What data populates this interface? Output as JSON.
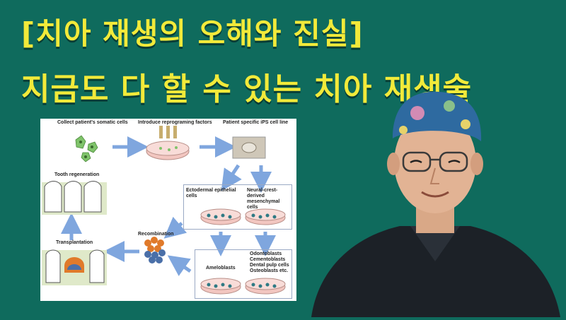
{
  "title": {
    "line1": "[치아 재생의 오해와 진실]",
    "line2": "지금도 다 할 수 있는 치아 재생술"
  },
  "colors": {
    "background": "#0f6b5d",
    "title_text": "#f2ea3a",
    "arrow": "#7fa6de"
  },
  "diagram": {
    "step_collect": "Collect patient's somatic cells",
    "step_introduce": "Introduce reprograming factors",
    "step_ips": "Patient specific iPS cell line",
    "ectodermal": "Ectodermal epithelial cells",
    "neural": "Neural-crest-derived mesenchymal cells",
    "ameloblasts": "Ameloblasts",
    "odontoblasts": "Odontoblasts",
    "cementoblasts": "Cementoblasts",
    "dental_pulp": "Dental pulp cells",
    "osteoblasts": "Osteoblasts etc.",
    "recombination": "Recombination",
    "transplantation": "Transplantation",
    "tooth_regeneration": "Tooth regeneration"
  }
}
